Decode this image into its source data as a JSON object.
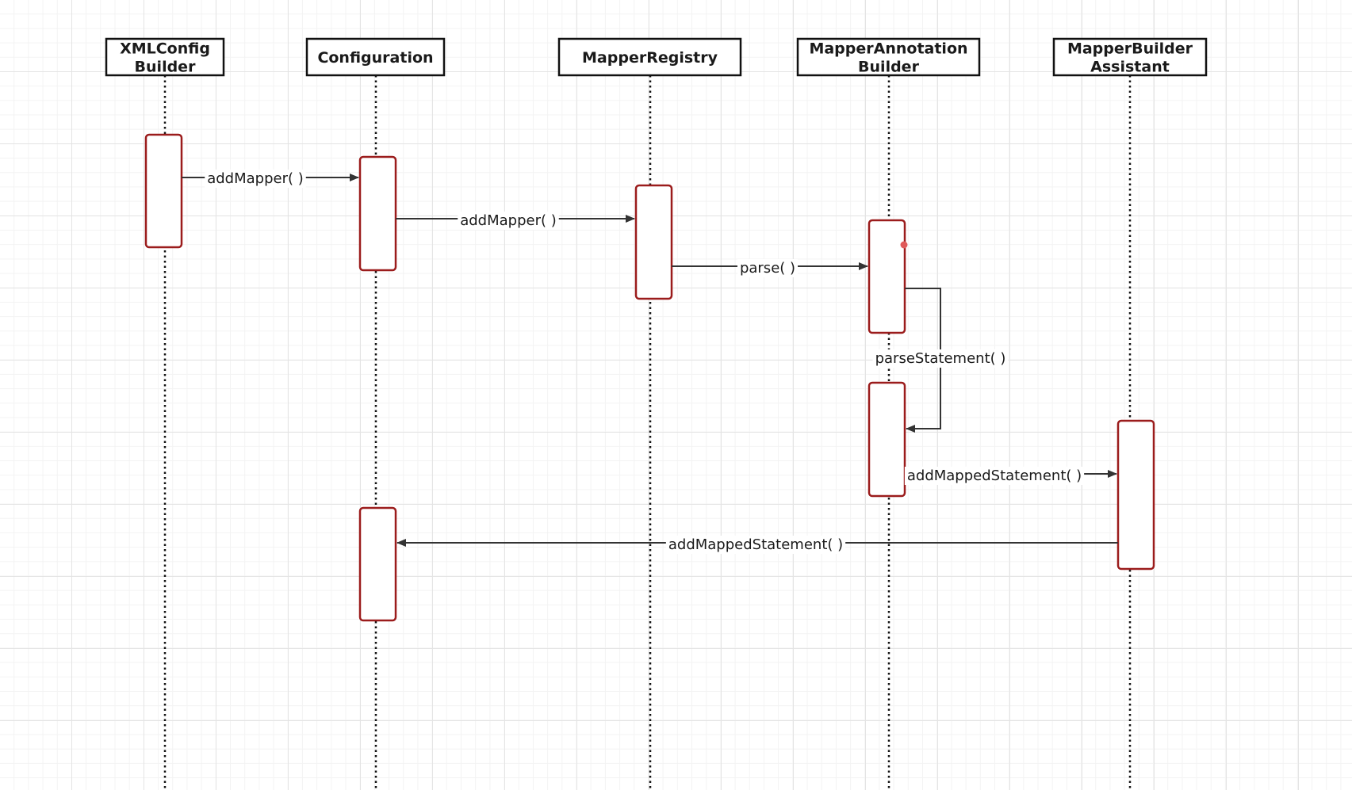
{
  "diagram": {
    "type": "sequence",
    "participants": [
      {
        "id": "xmlconfig",
        "lines": [
          "XMLConfig",
          "Builder"
        ]
      },
      {
        "id": "configuration",
        "lines": [
          "Configuration"
        ]
      },
      {
        "id": "mapperregistry",
        "lines": [
          "MapperRegistry"
        ]
      },
      {
        "id": "mapperannotation",
        "lines": [
          "MapperAnnotation",
          "Builder"
        ]
      },
      {
        "id": "mapperbuilder",
        "lines": [
          "MapperBuilder",
          "Assistant"
        ]
      }
    ],
    "messages": [
      {
        "from": "xmlconfig",
        "to": "configuration",
        "label": "addMapper( )"
      },
      {
        "from": "configuration",
        "to": "mapperregistry",
        "label": "addMapper( )"
      },
      {
        "from": "mapperregistry",
        "to": "mapperannotation",
        "label": "parse( )"
      },
      {
        "from": "mapperannotation",
        "to": "mapperannotation",
        "label": "parseStatement( )"
      },
      {
        "from": "mapperannotation",
        "to": "mapperbuilder",
        "label": "addMappedStatement( )"
      },
      {
        "from": "mapperbuilder",
        "to": "configuration",
        "label": "addMappedStatement( )"
      }
    ],
    "colors": {
      "activation_border": "#9b1c1c",
      "line": "#333333",
      "lifeline": "#111111",
      "header_border": "#111111",
      "marker": "#e05a5a"
    }
  }
}
